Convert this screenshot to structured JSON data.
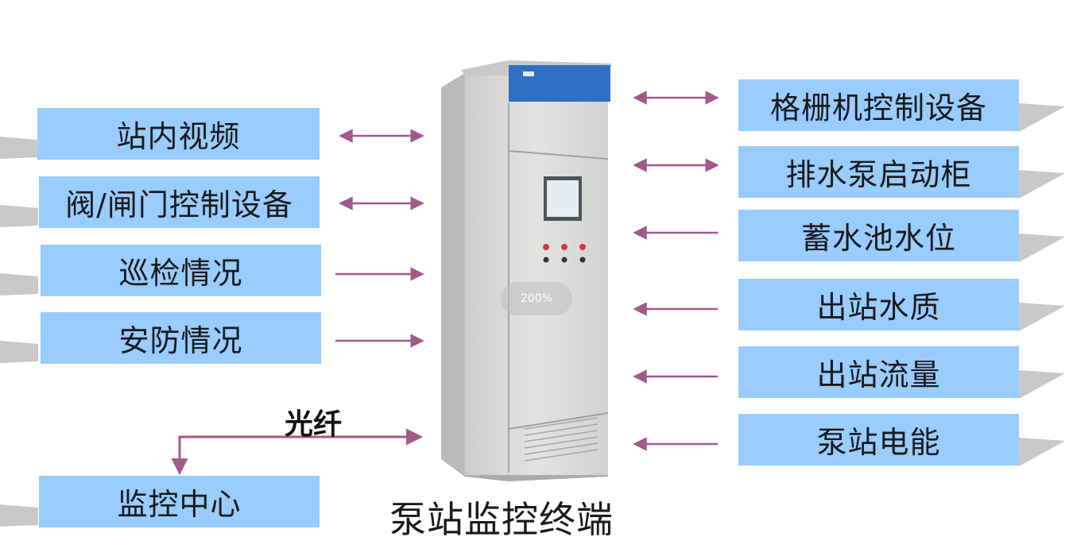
{
  "left_boxes": [
    {
      "label": "站内视频",
      "direction": "bidirectional"
    },
    {
      "label": "阀/闸门控制设备",
      "direction": "bidirectional"
    },
    {
      "label": "巡检情况",
      "direction": "to-terminal"
    },
    {
      "label": "安防情况",
      "direction": "to-terminal"
    }
  ],
  "right_boxes": [
    {
      "label": "格栅机控制设备",
      "direction": "bidirectional"
    },
    {
      "label": "排水泵启动柜",
      "direction": "bidirectional"
    },
    {
      "label": "蓄水池水位",
      "direction": "to-terminal"
    },
    {
      "label": "出站水质",
      "direction": "to-terminal"
    },
    {
      "label": "出站流量",
      "direction": "to-terminal"
    },
    {
      "label": "泵站电能",
      "direction": "to-terminal"
    }
  ],
  "monitoring_center": {
    "label": "监控中心"
  },
  "fiber_label": "光纤",
  "terminal_label": "泵站监控终端",
  "zoom_indicator": "200%",
  "colors": {
    "box_fill": "#99ccff",
    "box_shadow": "#c8c8c8",
    "arrow": "#a05a8a",
    "cabinet_body": "#d7dad7",
    "cabinet_top": "#2f6fc4"
  }
}
